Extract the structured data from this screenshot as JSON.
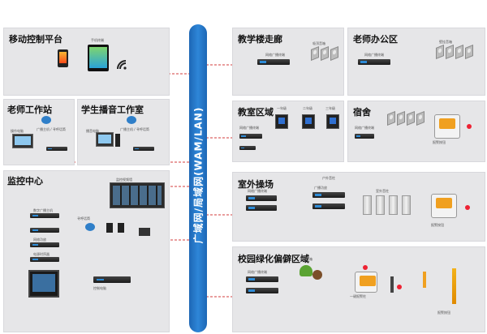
{
  "backbone": {
    "label": "广域网/局域网(WAM/LAN)"
  },
  "panels": {
    "mobile": {
      "title": "移动控制平台",
      "device_label": "手机终端"
    },
    "teacher_station": {
      "title": "老师工作站",
      "labels": [
        "广播主机 / 寻呼话筒",
        "操作电脑"
      ]
    },
    "student_studio": {
      "title": "学生播音工作室",
      "labels": [
        "广播主机 / 寻呼话筒",
        "播音电脑"
      ]
    },
    "monitor": {
      "title": "监控中心",
      "labels": [
        "监控视频墙",
        "数字广播主机",
        "寻呼话筒",
        "网络功放",
        "电源时序器",
        "控制电脑"
      ]
    },
    "corridor": {
      "title": "教学楼走廊",
      "labels": [
        "网络广播终端",
        "吸顶音箱"
      ]
    },
    "office": {
      "title": "老师办公区",
      "labels": [
        "网络广播终端",
        "壁挂音箱"
      ]
    },
    "classroom": {
      "title": "教室区域",
      "labels": [
        "一年级",
        "二年级",
        "三年级",
        "网络广播终端",
        "壁挂音箱"
      ]
    },
    "dormitory": {
      "title": "宿舍",
      "labels": [
        "网络广播终端",
        "报警按钮"
      ]
    },
    "outdoor": {
      "title": "室外操场",
      "labels": [
        "网络广播终端",
        "户外音柱",
        "广播功放",
        "室外音柱",
        "报警按钮"
      ]
    },
    "garden": {
      "title": "校园绿化偏僻区域",
      "labels": [
        "网络广播终端",
        "草坪音箱",
        "一键报警柱",
        "报警按钮"
      ]
    }
  },
  "colors": {
    "backbone": "#2a7fd0",
    "wire_blue": "#3fb1e5",
    "wire_red": "#d33c3c",
    "panel_bg": "#e6e6e8"
  }
}
